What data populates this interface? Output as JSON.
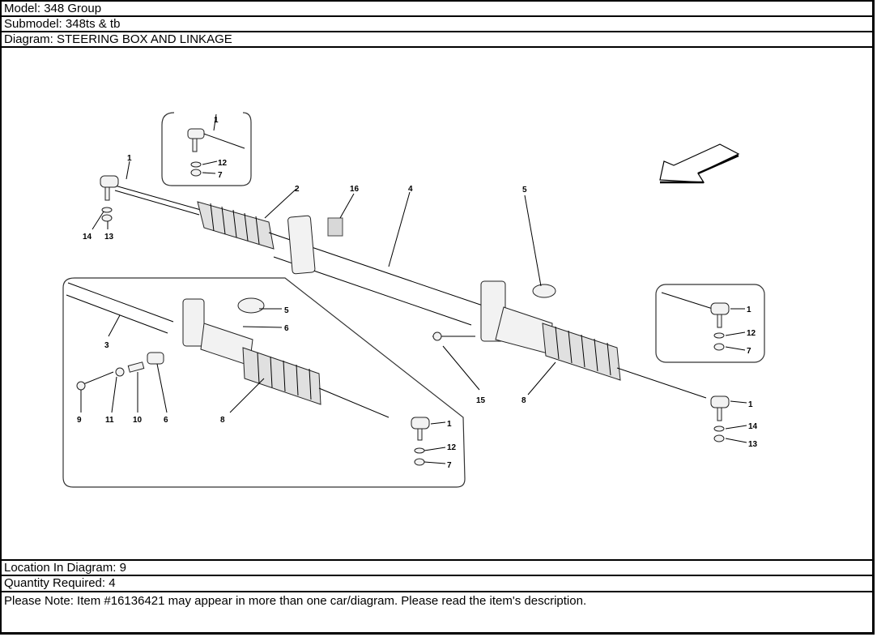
{
  "header": {
    "model": "Model: 348 Group",
    "submodel": "Submodel: 348ts & tb",
    "diagram": "Diagram: STEERING BOX AND LINKAGE"
  },
  "diagram": {
    "title": "STEERING BOX AND LINKAGE",
    "direction_icon": "arrow-down-left-icon",
    "callouts": {
      "main_left_tie_rod_end": "1",
      "main_left_washer": "14",
      "main_left_nut": "13",
      "inset_top_tie_rod_end": "1",
      "inset_top_washer": "12",
      "inset_top_nut": "7",
      "boot_left": "2",
      "pad": "16",
      "rack_tube": "4",
      "seal_right": "5",
      "inset_right_tie_rod_end": "1",
      "inset_right_washer": "12",
      "inset_right_nut": "7",
      "bolt_right": "15",
      "boot_right": "8",
      "main_right_tie_rod_end": "1",
      "main_right_washer": "14",
      "main_right_nut": "13",
      "detail_tube": "3",
      "detail_seal": "5",
      "detail_bushing_top": "6",
      "detail_bolt": "9",
      "detail_washer": "11",
      "detail_spacer": "10",
      "detail_bushing": "6",
      "detail_boot": "8",
      "detail_tie_rod_end": "1",
      "detail_washer_12": "12",
      "detail_nut": "7"
    }
  },
  "footer": {
    "location": "Location In Diagram: 9",
    "quantity_label": "Quantity Required: ",
    "quantity_value": "4",
    "note": "Please Note: Item #16136421 may appear in more than one car/diagram. Please read the item's description."
  }
}
